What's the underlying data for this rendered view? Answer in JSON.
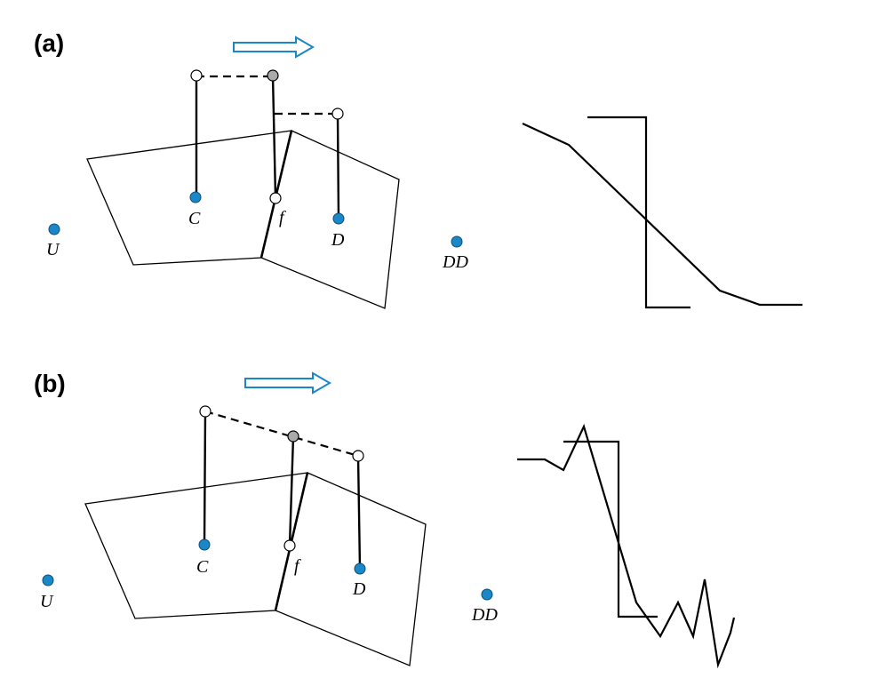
{
  "panels": [
    {
      "label": "(a)",
      "points": {
        "U": "U",
        "C": "C",
        "f": "f",
        "D": "D",
        "DD": "DD"
      }
    },
    {
      "label": "(b)",
      "points": {
        "U": "U",
        "C": "C",
        "f": "f",
        "D": "D",
        "DD": "DD"
      }
    }
  ],
  "colors": {
    "node_fill": "#1a87c8",
    "arrow_stroke": "#1a87c8",
    "reconstructed_node": "#aaaaaa"
  },
  "icons": [
    "flow-direction-arrow"
  ]
}
